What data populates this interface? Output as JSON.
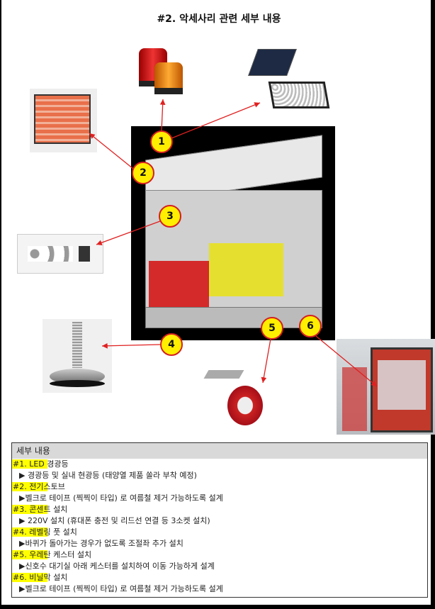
{
  "title": "#2. 악세사리 관련 세부 내용",
  "badges": [
    "1",
    "2",
    "3",
    "4",
    "5",
    "6"
  ],
  "details": {
    "header": "세부 내용",
    "items": [
      {
        "heading": "#1. LED 경광등",
        "desc": "▶ 경광등 및 실내 현광등 (태양열 제품 쏠라 부착 예정)"
      },
      {
        "heading": "#2. 전기스토브",
        "desc": "▶벨크로 테이프 (찍찍이 타입) 로 여름철 제거 가능하도록 설계"
      },
      {
        "heading": "#3. 콘센트 설치",
        "desc": "▶ 220V 설치 (휴대폰 충전 및 리드선 연결 등 3소켓 설치)"
      },
      {
        "heading": "#4. 레벨링 풋 설치",
        "desc": "▶바퀴가 돌아가는 경우가 없도록 조절좌 추가 설치"
      },
      {
        "heading": "#5. 우레탄 케스터 설치",
        "desc": "▶신호수 대기실 아래 케스터를 설치하여 이동 가능하게 설계"
      },
      {
        "heading": "#6. 비닐막 설치",
        "desc": "▶벨크로 테이프 (찍찍이 타입) 로 여름철 제거 가능하도록 설계"
      }
    ]
  },
  "colors": {
    "badge_fill": "#ffee00",
    "badge_border": "#d42020",
    "highlight": "#ffff00",
    "arrow": "#e02020"
  }
}
